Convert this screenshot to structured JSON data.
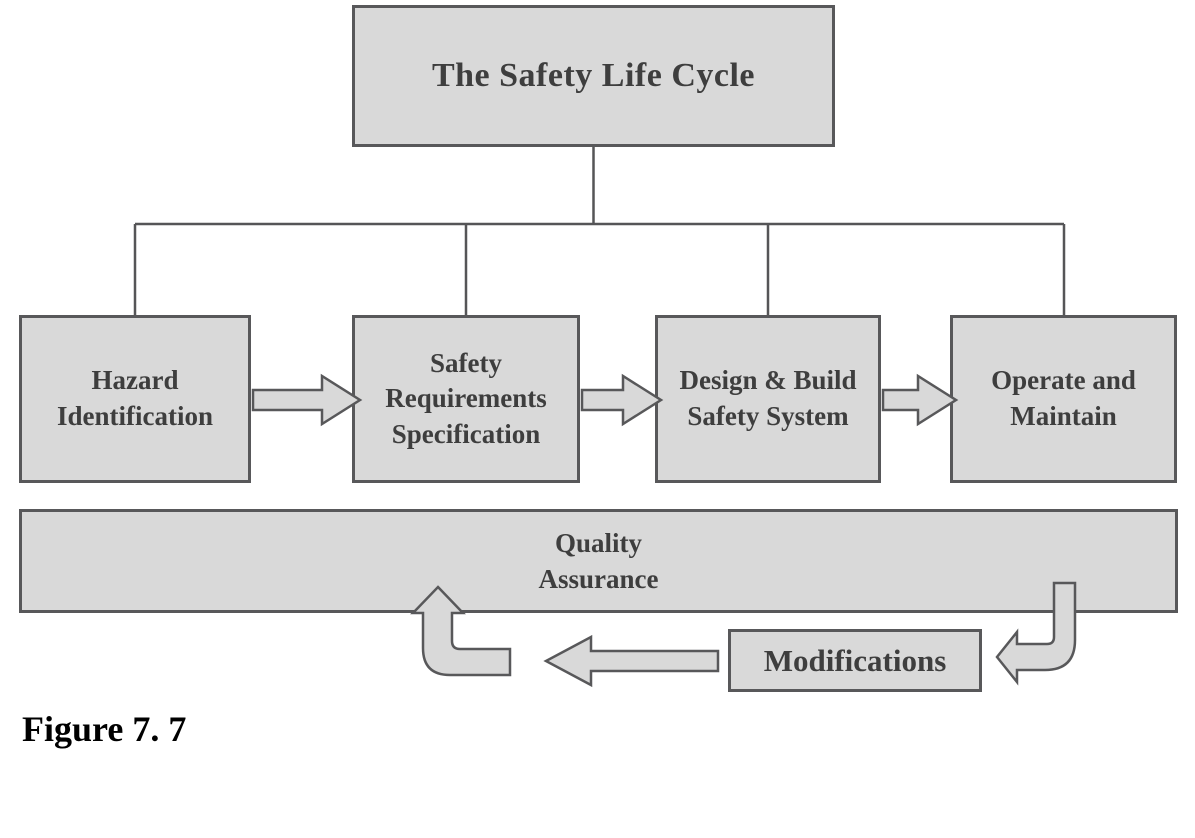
{
  "diagram": {
    "title": "The Safety Life Cycle",
    "stages": [
      {
        "label": "Hazard\nIdentification"
      },
      {
        "label": "Safety\nRequirements\nSpecification"
      },
      {
        "label": "Design & Build\nSafety System"
      },
      {
        "label": "Operate and\nMaintain"
      }
    ],
    "quality_assurance_label": "Quality\nAssurance",
    "modifications_label": "Modifications",
    "caption": "Figure 7. 7",
    "colors": {
      "box_fill": "#d9d9d9",
      "box_border": "#58585a",
      "box_text": "#3e3e3e",
      "caption_text": "#000000"
    }
  }
}
